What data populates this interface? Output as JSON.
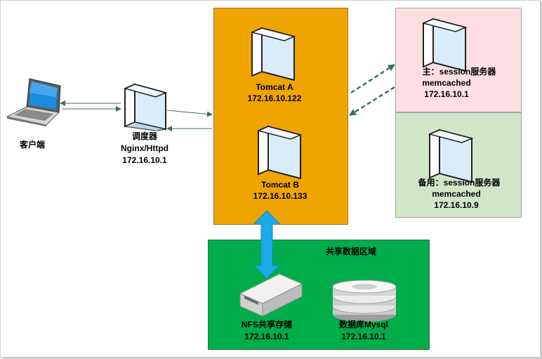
{
  "colors": {
    "tomcat_bg": "#f0a400",
    "master_bg": "#fddfe3",
    "backup_bg": "#cfe7c7",
    "shared_bg": "#00ad4a",
    "server_face": "#dcefff",
    "link": "#3a6e6a",
    "nfs_arrow": "#1ba9e8"
  },
  "client": {
    "label": "客户端",
    "icon": "laptop-icon"
  },
  "dispatcher": {
    "title": "调度器",
    "software": "Nginx/Httpd",
    "ip": "172.16.10.1",
    "icon": "server-icon"
  },
  "tomcat_a": {
    "name": "Tomcat A",
    "ip": "172.16.10.122",
    "icon": "server-icon"
  },
  "tomcat_b": {
    "name": "Tomcat B",
    "ip": "172.16.10.133",
    "icon": "server-icon"
  },
  "session_master": {
    "title": "主：session服务器",
    "software": "memcached",
    "ip": "172.16.10.1",
    "icon": "server-icon"
  },
  "session_backup": {
    "title": "备用：session服务器",
    "software": "memcached",
    "ip": "172.16.10.9",
    "icon": "server-icon"
  },
  "shared_area": {
    "title": "共享数据区域"
  },
  "nfs": {
    "name": "NFS共享存储",
    "ip": "172.16.10.1",
    "icon": "storage-drive-icon"
  },
  "database": {
    "name": "数据库Mysql",
    "ip": "172.16.10.1",
    "icon": "database-icon"
  }
}
